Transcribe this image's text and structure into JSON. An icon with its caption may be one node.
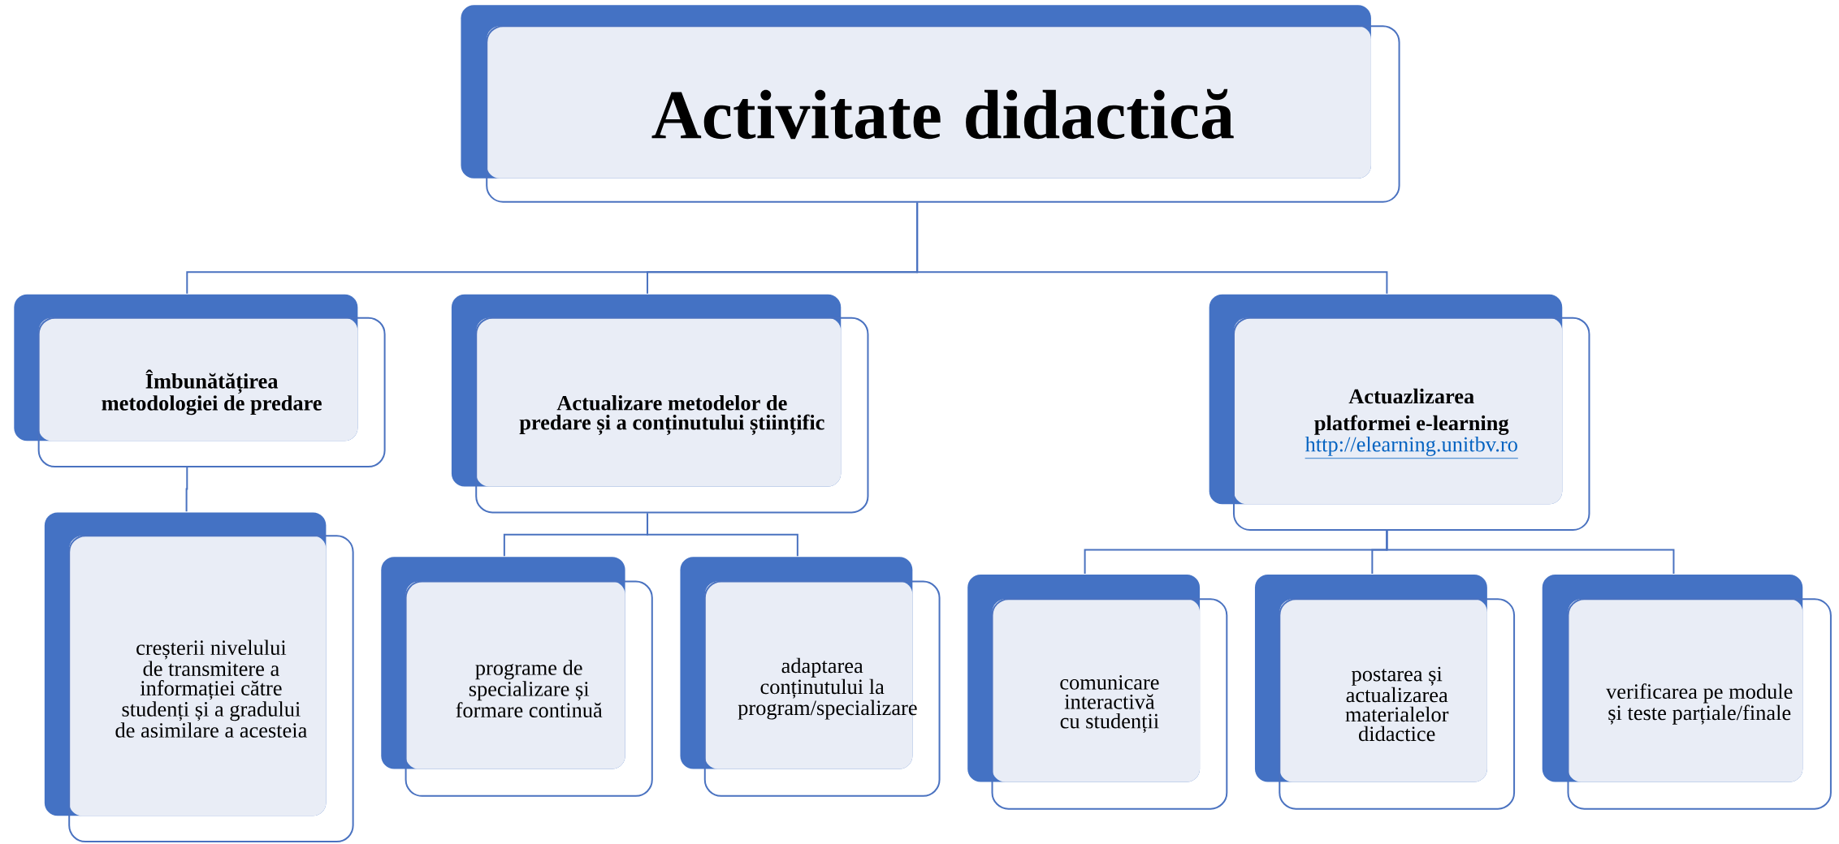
{
  "diagram": {
    "nodes": [
      {
        "text": [
          "Activitate didactică"
        ]
      },
      {
        "text": [
          "Îmbunătățirea metodologiei de predare"
        ]
      },
      {
        "text": [
          "Actualizare metodelor de predare și a conținutului științific"
        ]
      },
      {
        "text": [
          "Actuazlizarea platformei e-learning",
          "http://elearning.unitbv.ro"
        ]
      },
      {
        "text": [
          "creșterii nivelului de transmitere a informației către studenți și a gradului de asimilare a acesteia"
        ]
      },
      {
        "text": [
          "programe de specializare și formare continuă"
        ]
      },
      {
        "text": [
          "adaptarea conținutului la program/specializare"
        ]
      },
      {
        "text": [
          "comunicare interactivă cu studenții"
        ]
      },
      {
        "text": [
          "postarea și actualizarea materialelor didactice"
        ]
      },
      {
        "text": [
          "verificarea  pe module și teste parțiale/finale"
        ]
      }
    ],
    "edges": [
      {
        "from": 0,
        "to": 1,
        "arrow": "none"
      },
      {
        "from": 0,
        "to": 2,
        "arrow": "none"
      },
      {
        "from": 0,
        "to": 3,
        "arrow": "none"
      },
      {
        "from": 1,
        "to": 4,
        "arrow": "none"
      },
      {
        "from": 2,
        "to": 5,
        "arrow": "none"
      },
      {
        "from": 2,
        "to": 6,
        "arrow": "none"
      },
      {
        "from": 3,
        "to": 7,
        "arrow": "none"
      },
      {
        "from": 3,
        "to": 8,
        "arrow": "none"
      },
      {
        "from": 3,
        "to": 9,
        "arrow": "none"
      }
    ]
  }
}
